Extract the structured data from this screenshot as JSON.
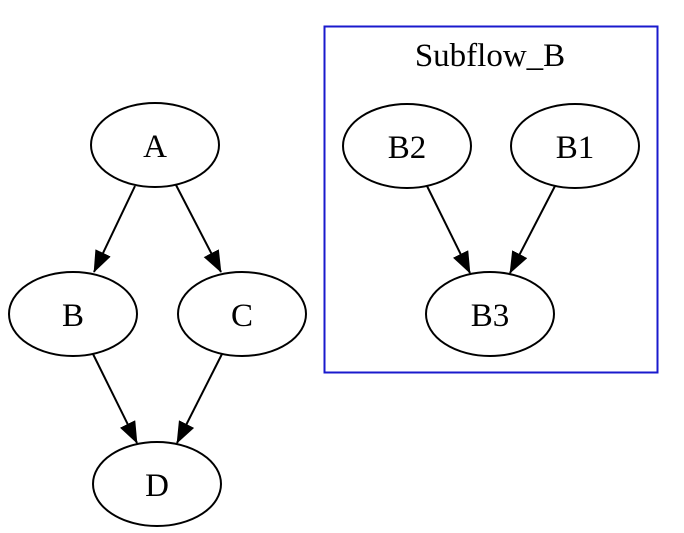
{
  "diagram": {
    "type": "directed-graph",
    "background_color": "#ffffff",
    "colors": {
      "node_fill": "#ffffff",
      "node_stroke": "#000000",
      "edge_color": "#000000",
      "text_color": "#000000",
      "cluster_border": "#1a1acd"
    },
    "nodes": {
      "A": {
        "label": "A"
      },
      "B": {
        "label": "B"
      },
      "C": {
        "label": "C"
      },
      "D": {
        "label": "D"
      },
      "B2": {
        "label": "B2"
      },
      "B1": {
        "label": "B1"
      },
      "B3": {
        "label": "B3"
      }
    },
    "edges": [
      {
        "from": "A",
        "to": "B"
      },
      {
        "from": "A",
        "to": "C"
      },
      {
        "from": "B",
        "to": "D"
      },
      {
        "from": "C",
        "to": "D"
      },
      {
        "from": "B2",
        "to": "B3"
      },
      {
        "from": "B1",
        "to": "B3"
      }
    ],
    "cluster": {
      "label": "Subflow_B",
      "contains": [
        "B2",
        "B1",
        "B3"
      ]
    }
  }
}
